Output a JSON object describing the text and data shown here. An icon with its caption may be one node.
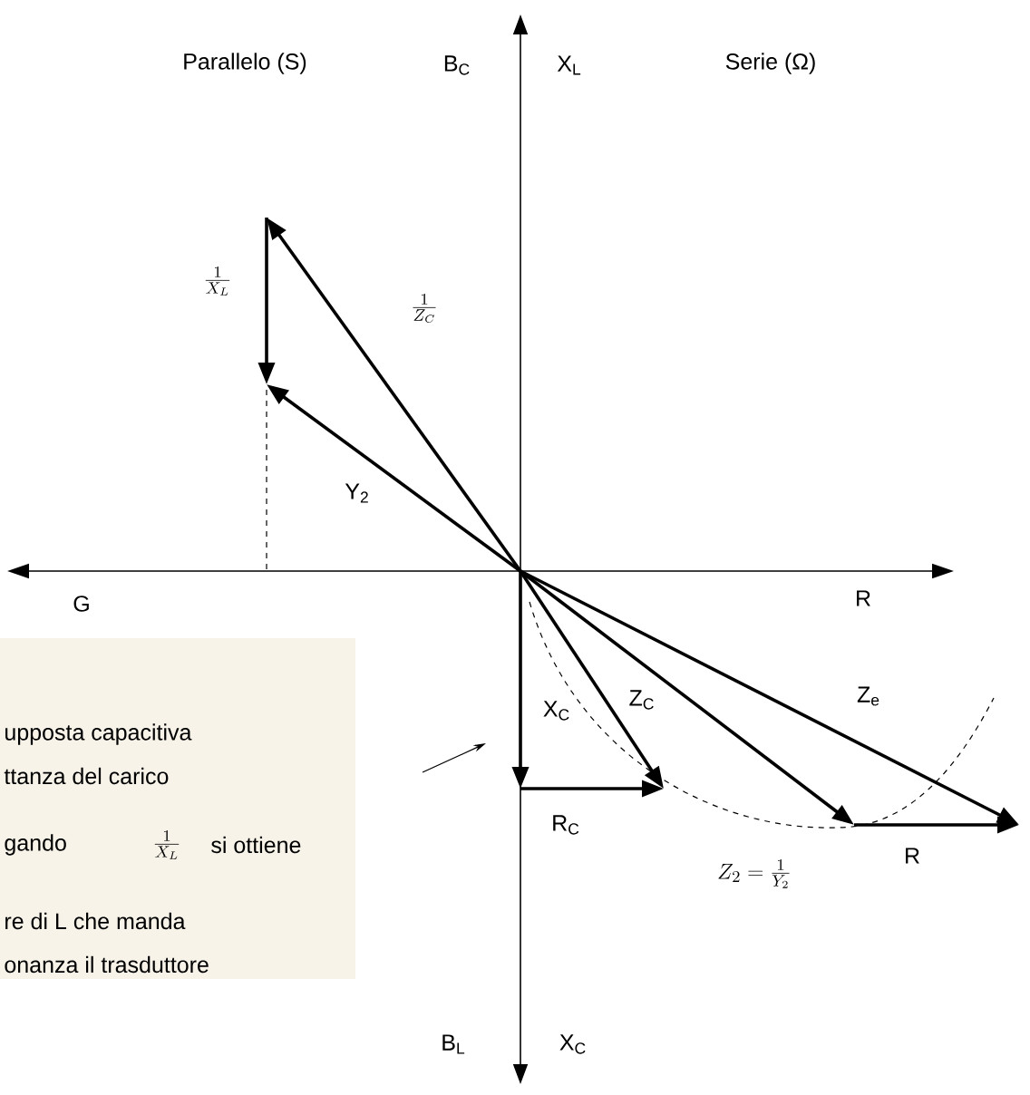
{
  "diagram": {
    "labels": [
      "Parallelo (S)",
      "B$_{C}$",
      "X$_{L}$",
      "Serie (Ω)",
      "\\frac{1}{X_{L}}",
      "\\frac{1}{Z_{C}}",
      "Y$_{2}$",
      "G",
      "R",
      "X$_{C}$",
      "Z$_{C}$",
      "Z$_{e}$",
      "upposta capacitiva",
      "ttanza del carico",
      "gando",
      "\\frac{1}{X_{L}}",
      "si ottiene",
      "R$_{C}$",
      "R",
      "Z_{2}=\\frac{1}{Y_{2}}",
      "re di L che manda",
      "onanza il trasduttore",
      "B$_{L}$",
      "X$_{C}$"
    ]
  }
}
